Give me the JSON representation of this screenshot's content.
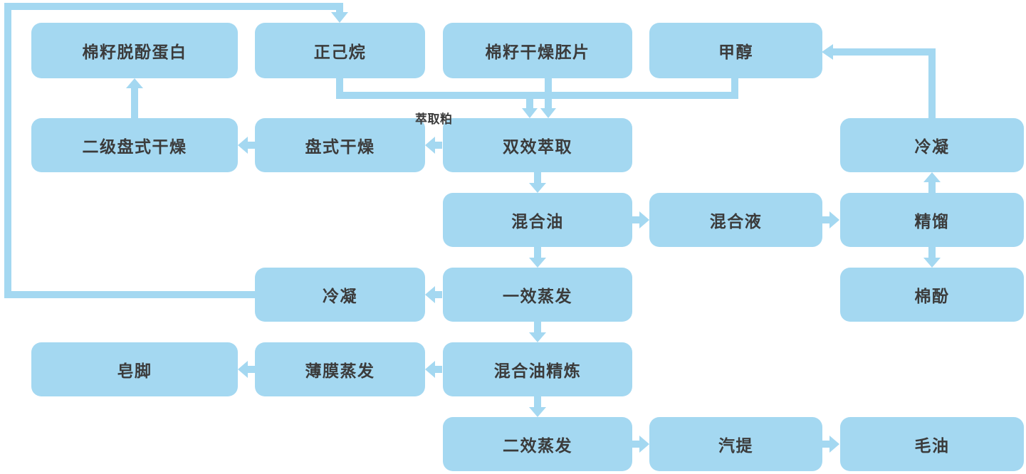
{
  "diagram_type": "flowchart",
  "nodes": {
    "cottonseed_dephenolized_protein": "棉籽脱酚蛋白",
    "hexane": "正己烷",
    "dried_cottonseed_flakes": "棉籽干燥胚片",
    "methanol": "甲醇",
    "secondary_tray_drying": "二级盘式干燥",
    "tray_drying": "盘式干燥",
    "double_effect_extraction": "双效萃取",
    "condenser_right": "冷凝",
    "mixed_oil": "混合油",
    "mixed_liquid": "混合液",
    "distillation": "精馏",
    "condenser_left": "冷凝",
    "first_effect_evaporation": "一效蒸发",
    "gossypol": "棉酚",
    "soapstock": "皂脚",
    "thin_film_evaporation": "薄膜蒸发",
    "mixed_oil_refining": "混合油精炼",
    "second_effect_evaporation": "二效蒸发",
    "stripping": "汽提",
    "crude_oil": "毛油"
  },
  "labels": {
    "extraction_meal": "萃取粕"
  },
  "colors": {
    "node_fill": "#A4D8F1",
    "connector": "#A4D8F1",
    "text": "#3B3B3B",
    "background": "#FFFFFF"
  }
}
